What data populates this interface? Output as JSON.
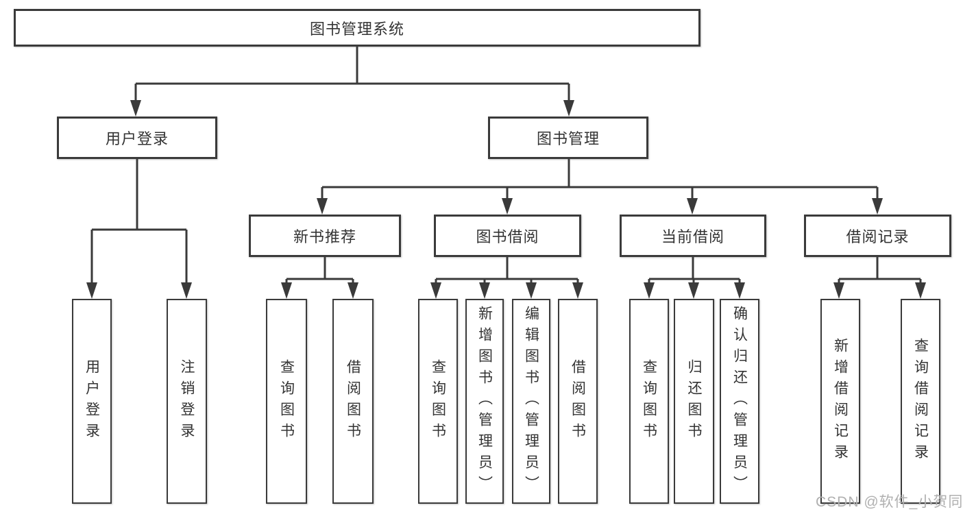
{
  "colors": {
    "background": "#ffffff",
    "border": "#3a3a3a",
    "line": "#3a3a3a",
    "text": "#333333",
    "watermark": "#b0b0b0"
  },
  "watermark": "CSDN @软件_小贺同学",
  "nodes": {
    "root": {
      "label": "图书管理系统"
    },
    "user_login": {
      "label": "用户登录"
    },
    "book_mgmt": {
      "label": "图书管理"
    },
    "new_books": {
      "label": "新书推荐"
    },
    "borrowing": {
      "label": "图书借阅"
    },
    "current": {
      "label": "当前借阅"
    },
    "records": {
      "label": "借阅记录"
    },
    "leaves": {
      "ul_login": "用户登录",
      "ul_logout": "注销登录",
      "nb_query": "查询图书",
      "nb_borrow": "借阅图书",
      "bb_query": "查询图书",
      "bb_add": "新增图书（管理员）",
      "bb_edit": "编辑图书（管理员）",
      "bb_borrow": "借阅图书",
      "cb_query": "查询图书",
      "cb_return": "归还图书",
      "cb_confirm": "确认归还（管理员）",
      "br_add": "新增借阅记录",
      "br_query": "查询借阅记录"
    }
  }
}
